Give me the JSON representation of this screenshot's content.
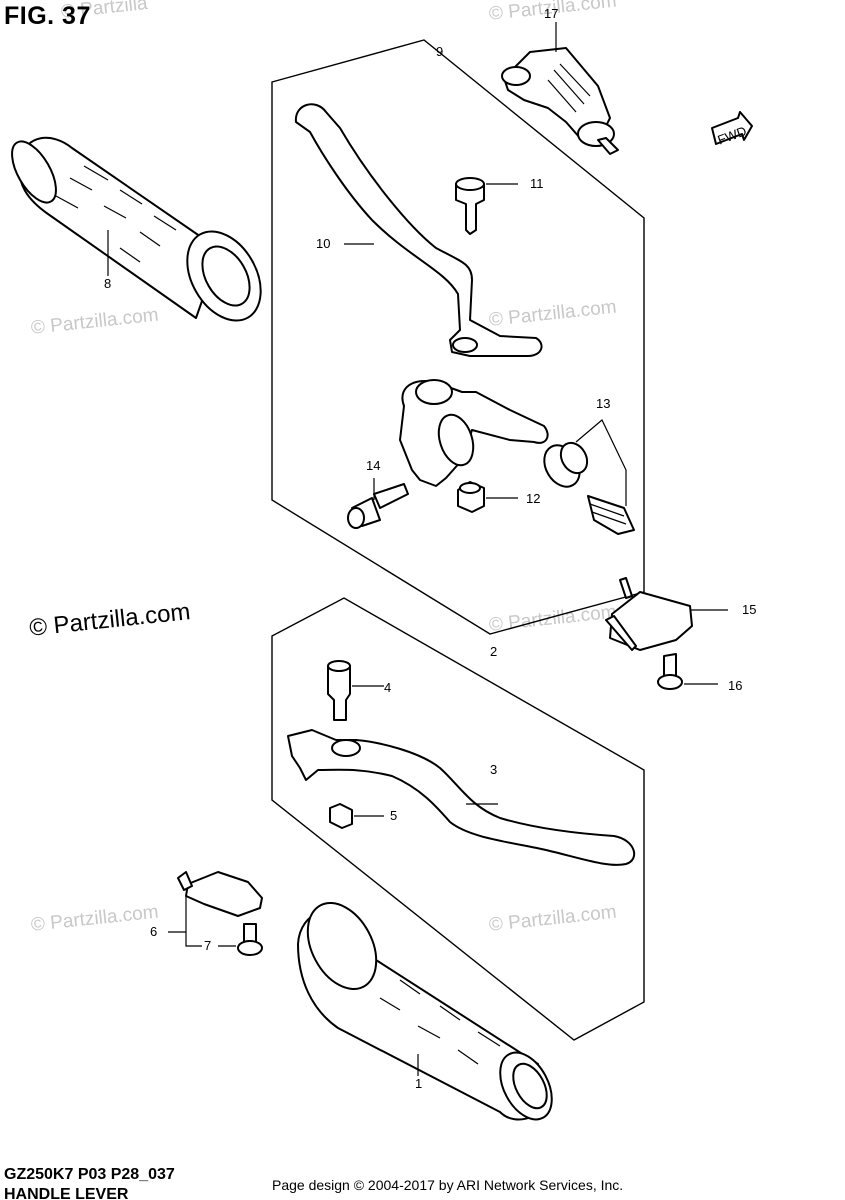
{
  "figure": {
    "title": "FIG. 37"
  },
  "watermark": {
    "text": "© Partzilla.com",
    "text_short": "© Partzilla"
  },
  "fwd_label": "FWD",
  "callouts": {
    "c1": "1",
    "c2": "2",
    "c3": "3",
    "c4": "4",
    "c5": "5",
    "c6": "6",
    "c7": "7",
    "c8": "8",
    "c9": "9",
    "c10": "10",
    "c11": "11",
    "c12": "12",
    "c13": "13",
    "c14": "14",
    "c15": "15",
    "c16": "16",
    "c17": "17"
  },
  "footer": {
    "model_code": "GZ250K7 P03 P28_037",
    "section_title": "HANDLE LEVER",
    "credit": "Page design © 2004-2017 by ARI Network Services, Inc."
  }
}
